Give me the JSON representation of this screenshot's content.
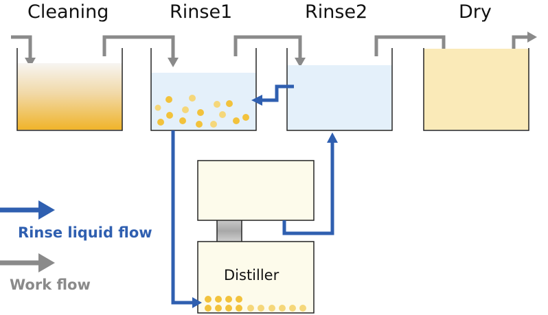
{
  "stages": {
    "cleaning": "Cleaning",
    "rinse1": "Rinse1",
    "rinse2": "Rinse2",
    "dry": "Dry"
  },
  "distiller": {
    "label": "Distiller"
  },
  "legend": {
    "rinse_liquid_flow": "Rinse liquid flow",
    "work_flow": "Work flow"
  },
  "colors": {
    "rinse_liquid_flow": "#2f5fb0",
    "work_flow": "#8a8a8a",
    "cleaning_liquid": "#f2b62c",
    "rinse_liquid": "#e4f0fa",
    "dry_fill": "#faeab8",
    "contaminant_dots": "#f2c23c",
    "distiller_body": "#fdfbeb"
  }
}
